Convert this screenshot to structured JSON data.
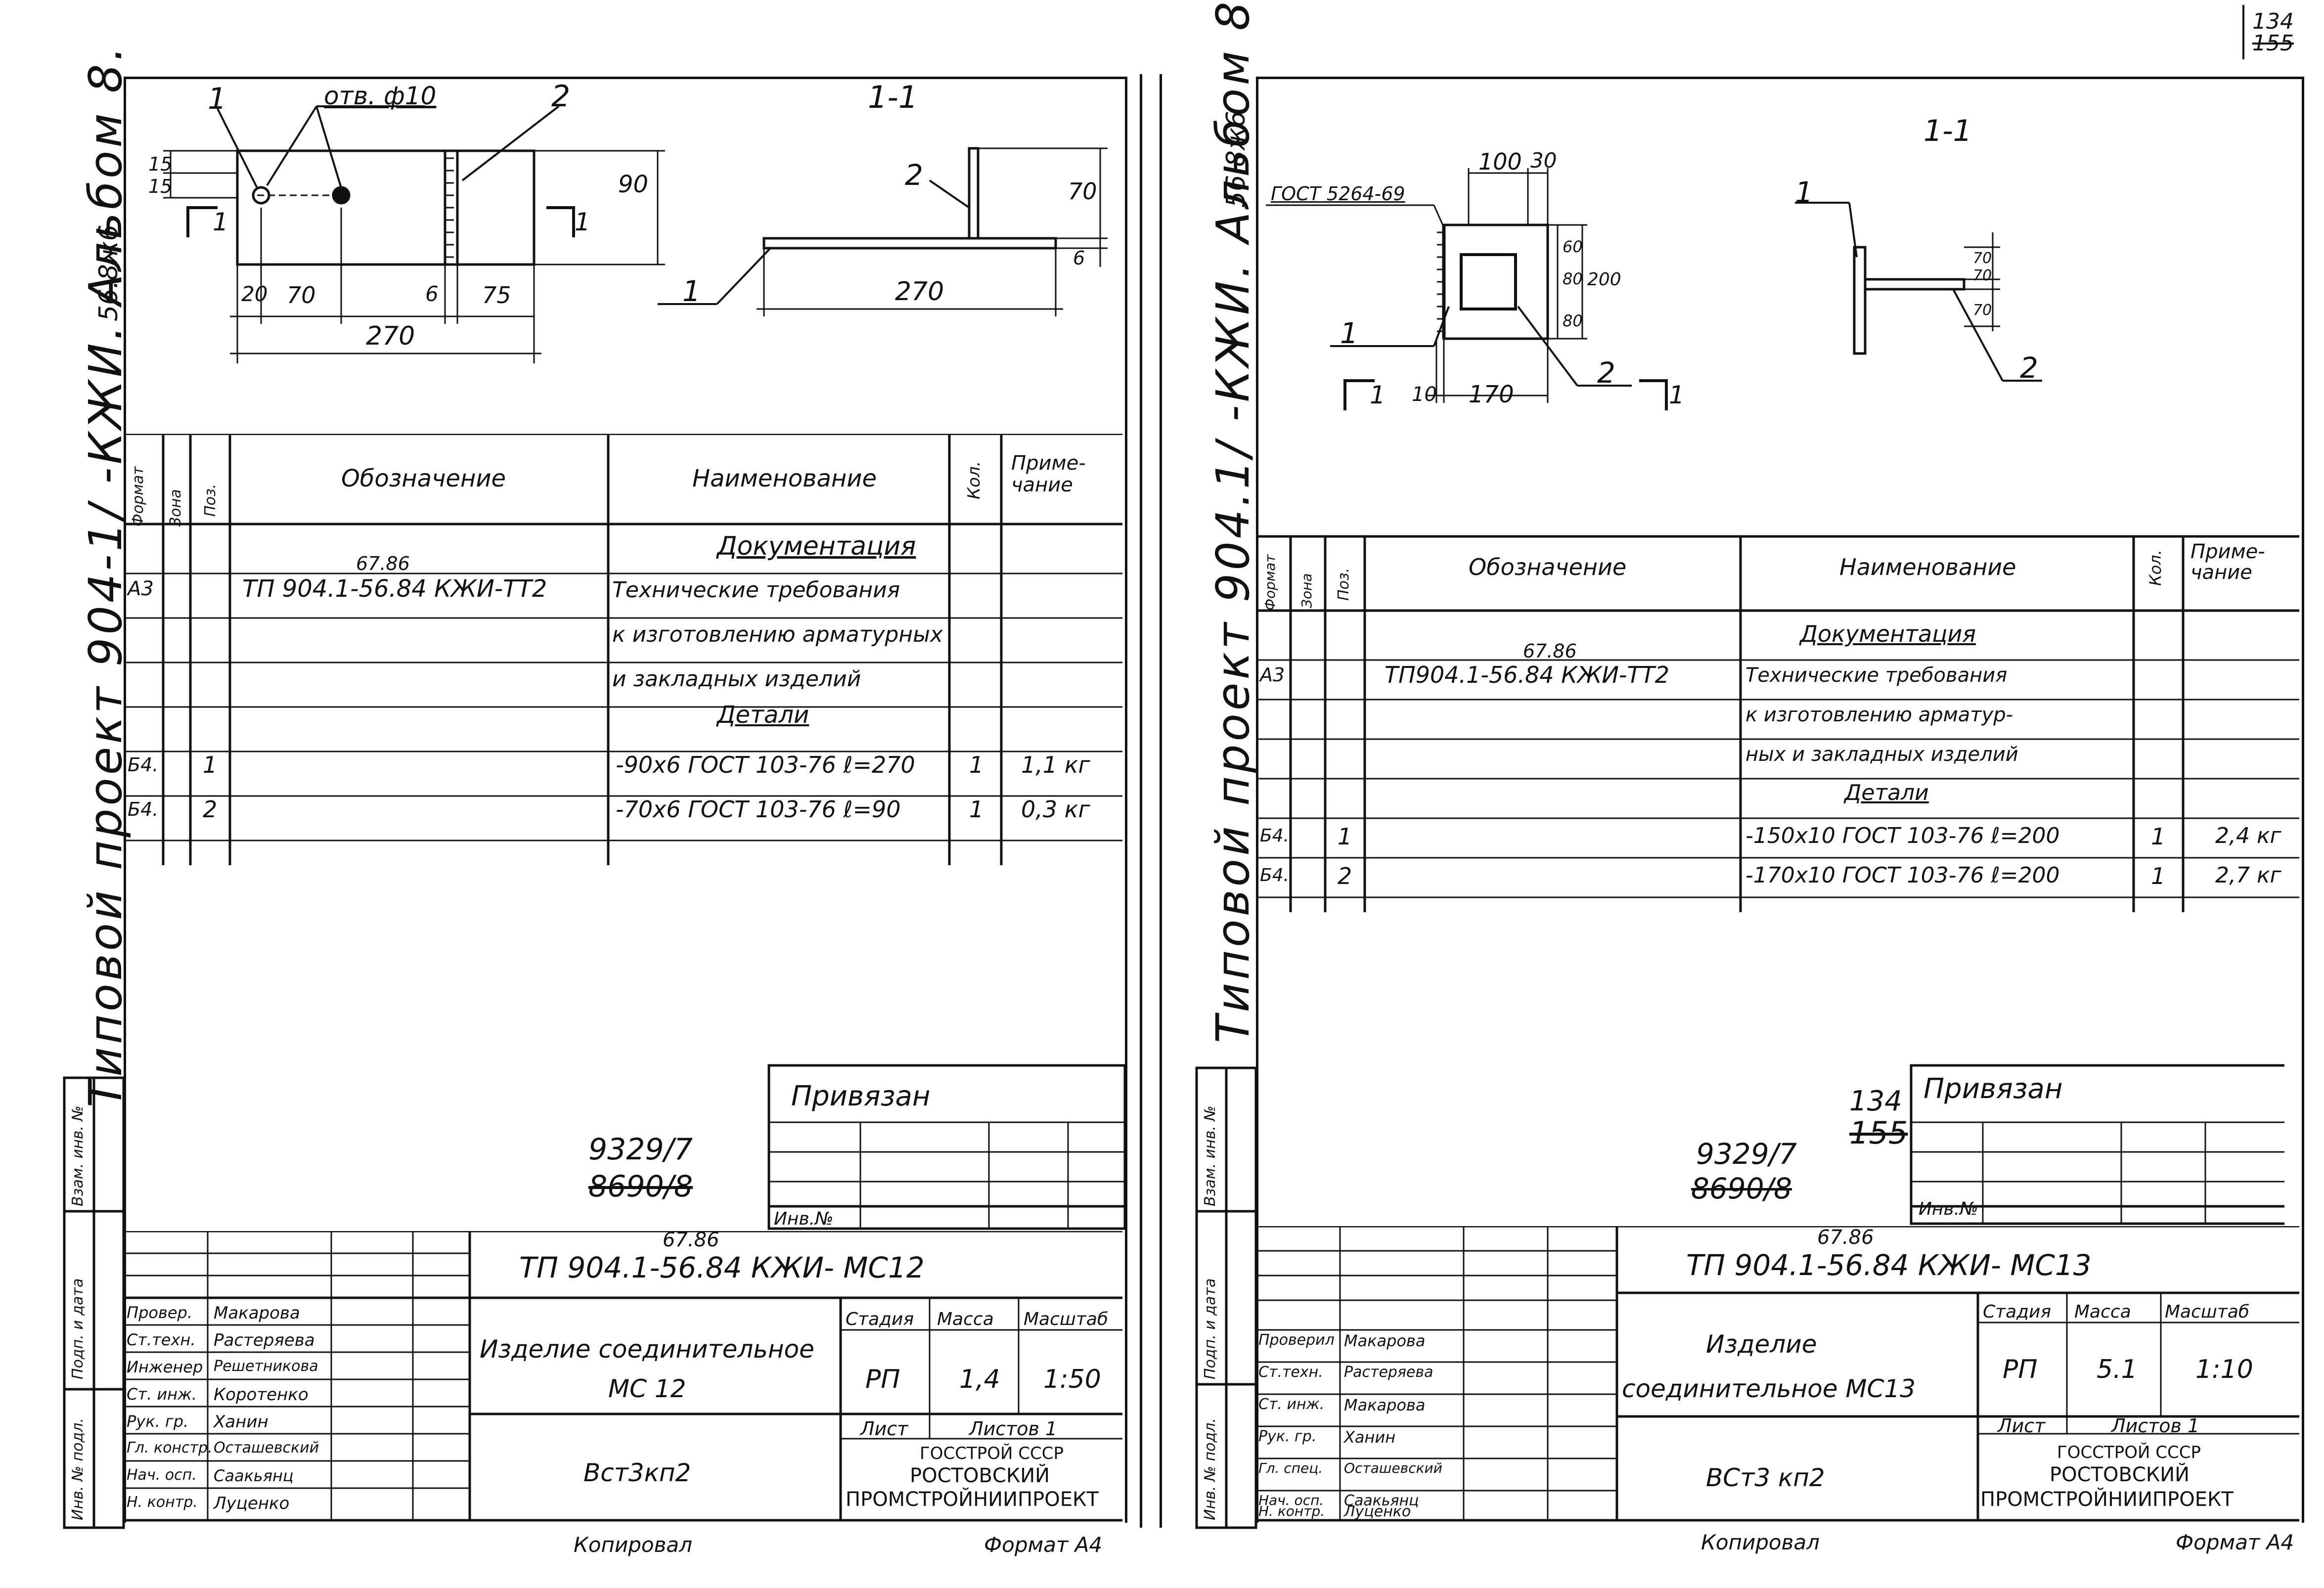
{
  "page_number": {
    "top": "134",
    "bottom": "155"
  },
  "colors": {
    "ink": "#111111",
    "paper": "#ffffff"
  },
  "left": {
    "side_title": "Типовой проект 904-1/ -КЖИ. Альбом 8.",
    "side_title_correction": "56.8ж6",
    "drawing": {
      "callout_1": "1",
      "callout_2": "2",
      "hole_label": "отв. ф10",
      "dim_15a": "15",
      "dim_15b": "15",
      "dim_90": "90",
      "dim_20": "20",
      "dim_70": "70",
      "dim_6": "6",
      "dim_75": "75",
      "dim_270": "270",
      "cut_mark": "1",
      "cut_mark_r": "1",
      "section_title": "1-1",
      "s_callout_1": "1",
      "s_callout_2": "2",
      "s_dim_70": "70",
      "s_dim_6": "6",
      "s_dim_270": "270"
    },
    "spec_headers": [
      "Формат",
      "Зона",
      "Поз.",
      "Обозначение",
      "Наименование",
      "Кол.",
      "Приме-чание"
    ],
    "spec_rows": [
      {
        "fmt": "",
        "zone": "",
        "pos": "",
        "desig": "",
        "name": "Документация",
        "qty": "",
        "note": ""
      },
      {
        "fmt": "А3",
        "zone": "",
        "pos": "",
        "desig": "ТП 904.1-56.84 КЖИ-ТТ2",
        "name": "Технические требования",
        "qty": "",
        "note": ""
      },
      {
        "fmt": "",
        "zone": "",
        "pos": "",
        "desig": "",
        "name": "к изготовлению арматурных",
        "qty": "",
        "note": ""
      },
      {
        "fmt": "",
        "zone": "",
        "pos": "",
        "desig": "",
        "name": "и закладных изделий",
        "qty": "",
        "note": ""
      },
      {
        "fmt": "",
        "zone": "",
        "pos": "",
        "desig": "",
        "name": "Детали",
        "qty": "",
        "note": ""
      },
      {
        "fmt": "Б4.",
        "zone": "",
        "pos": "1",
        "desig": "",
        "name": "-90х6 ГОСТ 103-76 ℓ=270",
        "qty": "1",
        "note": "1,1 кг"
      },
      {
        "fmt": "Б4.",
        "zone": "",
        "pos": "2",
        "desig": "",
        "name": "-70х6 ГОСТ 103-76 ℓ=90",
        "qty": "1",
        "note": "0,3 кг"
      },
      {
        "fmt": "",
        "zone": "",
        "pos": "",
        "desig": "",
        "name": "",
        "qty": "",
        "note": ""
      }
    ],
    "desig_correction": "67.86",
    "privyazan": "Привязан",
    "inv_no": "Инв.№",
    "doc_number_new": "9329/7",
    "doc_number_old": "8690/8",
    "side_labels": [
      "Взам. инв. №",
      "Подп. и дата",
      "Инв. № подл."
    ],
    "title_block": {
      "code": "ТП 904.1-56.84 КЖИ- МС12",
      "code_correction": "67.86",
      "item_name": "Изделие соединительное",
      "item_code": "МС 12",
      "stage_h": "Стадия",
      "mass_h": "Масса",
      "scale_h": "Масштаб",
      "stage": "РП",
      "mass": "1,4",
      "scale": "1:50",
      "sheet_h": "Лист",
      "sheets_h": "Листов 1",
      "material": "Вст3кп2",
      "org1": "ГОССТРОЙ СССР",
      "org2": "РОСТОВСКИЙ",
      "org3": "ПРОМСТРОЙНИИПРОЕКТ",
      "signers": [
        {
          "role": "Провер.",
          "name": "Макарова"
        },
        {
          "role": "Ст.техн.",
          "name": "Растеряева"
        },
        {
          "role": "Инженер",
          "name": "Решетникова"
        },
        {
          "role": "Ст. инж.",
          "name": "Коротенко"
        },
        {
          "role": "Рук. гр.",
          "name": "Ханин"
        },
        {
          "role": "Гл. констр.",
          "name": "Осташевский"
        },
        {
          "role": "Нач. осп.",
          "name": "Саакьянц"
        },
        {
          "role": "Н. контр.",
          "name": "Луценко"
        }
      ]
    },
    "footer_left": "Копировал",
    "footer_right": "Формат А4"
  },
  "right": {
    "side_title": "Типовой проект 904.1/ -КЖИ. Альбом 8.",
    "side_title_correction": "56.8ж6",
    "drawing": {
      "gost_label": "ГОСТ 5264-69",
      "dim_100": "100",
      "dim_30": "30",
      "dim_60": "60",
      "dim_80a": "80",
      "dim_80b": "80",
      "dim_200": "200",
      "dim_10": "10",
      "dim_170": "170",
      "callout_1": "1",
      "callout_2": "2",
      "cut_mark": "1",
      "cut_mark_r": "1",
      "section_title": "1-1",
      "s_callout_1": "1",
      "s_callout_2": "2",
      "s_dim_70a": "70",
      "s_dim_70b": "70",
      "s_dim_70c": "70"
    },
    "spec_headers": [
      "Формат",
      "Зона",
      "Поз.",
      "Обозначение",
      "Наименование",
      "Кол.",
      "Приме-чание"
    ],
    "spec_rows": [
      {
        "fmt": "",
        "zone": "",
        "pos": "",
        "desig": "",
        "name": "Документация",
        "qty": "",
        "note": ""
      },
      {
        "fmt": "А3",
        "zone": "",
        "pos": "",
        "desig": "ТП904.1-56.84 КЖИ-ТТ2",
        "name": "Технические требования",
        "qty": "",
        "note": ""
      },
      {
        "fmt": "",
        "zone": "",
        "pos": "",
        "desig": "",
        "name": "к изготовлению арматур-",
        "qty": "",
        "note": ""
      },
      {
        "fmt": "",
        "zone": "",
        "pos": "",
        "desig": "",
        "name": "ных и закладных изделий",
        "qty": "",
        "note": ""
      },
      {
        "fmt": "",
        "zone": "",
        "pos": "",
        "desig": "",
        "name": "Детали",
        "qty": "",
        "note": ""
      },
      {
        "fmt": "Б4.",
        "zone": "",
        "pos": "1",
        "desig": "",
        "name": "-150х10 ГОСТ 103-76 ℓ=200",
        "qty": "1",
        "note": "2,4 кг"
      },
      {
        "fmt": "Б4.",
        "zone": "",
        "pos": "2",
        "desig": "",
        "name": "-170х10 ГОСТ 103-76 ℓ=200",
        "qty": "1",
        "note": "2,7 кг"
      },
      {
        "fmt": "",
        "zone": "",
        "pos": "",
        "desig": "",
        "name": "",
        "qty": "",
        "note": ""
      }
    ],
    "desig_correction": "67.86",
    "privyazan": "Привязан",
    "inv_no": "Инв.№",
    "doc_number_new": "9329/7",
    "doc_number_old": "8690/8",
    "sheet_new": "134",
    "sheet_old": "155",
    "side_labels": [
      "Взам. инв. №",
      "Подп. и дата",
      "Инв. № подл."
    ],
    "title_block": {
      "code": "ТП 904.1-56.84 КЖИ- МС13",
      "code_correction": "67.86",
      "item_name": "Изделие",
      "item_code": "соединительное МС13",
      "stage_h": "Стадия",
      "mass_h": "Масса",
      "scale_h": "Масштаб",
      "stage": "РП",
      "mass": "5.1",
      "scale": "1:10",
      "sheet_h": "Лист",
      "sheets_h": "Листов 1",
      "material": "ВСт3 кп2",
      "org1": "ГОССТРОЙ СССР",
      "org2": "РОСТОВСКИЙ",
      "org3": "ПРОМСТРОЙНИИПРОЕКТ",
      "signers": [
        {
          "role": "Проверил",
          "name": "Макарова"
        },
        {
          "role": "Ст.техн.",
          "name": "Растеряева"
        },
        {
          "role": "Ст. инж.",
          "name": "Макарова"
        },
        {
          "role": "Рук. гр.",
          "name": "Ханин"
        },
        {
          "role": "Гл. спец.",
          "name": "Осташевский"
        },
        {
          "role": "Нач. осп.",
          "name": "Саакьянц"
        },
        {
          "role": "Н. контр.",
          "name": "Луценко"
        }
      ]
    },
    "footer_left": "Копировал",
    "footer_right": "Формат А4"
  }
}
